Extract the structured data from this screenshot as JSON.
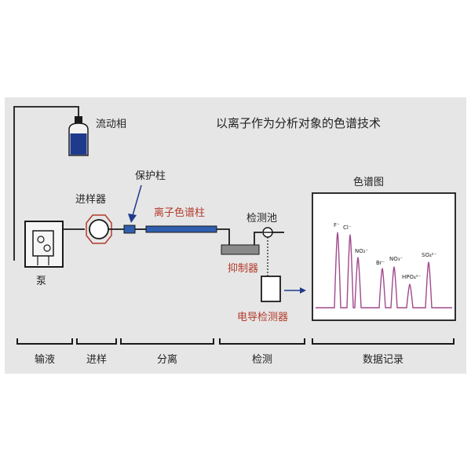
{
  "title": "以离子作为分析对象的色谱技术",
  "components": {
    "mobile_phase": "流动相",
    "pump": "泵",
    "injector": "进样器",
    "guard_column": "保护柱",
    "ion_column": "离子色谱柱",
    "detector_cell": "检测池",
    "suppressor": "抑制器",
    "conductivity_detector": "电导检测器"
  },
  "chromatogram": {
    "label": "色谱图",
    "peaks": [
      {
        "ion": "F⁻"
      },
      {
        "ion": "Cl⁻"
      },
      {
        "ion": "NO₂⁻"
      },
      {
        "ion": "Br⁻"
      },
      {
        "ion": "NO₃⁻"
      },
      {
        "ion": "HPO₄²⁻"
      },
      {
        "ion": "SO₄²⁻"
      }
    ]
  },
  "stages": [
    "输液",
    "进样",
    "分离",
    "检测",
    "数据记录"
  ],
  "colors": {
    "background": "#e6e6e6",
    "line": "#1a1a1a",
    "column_blue": "#2f5fae",
    "label_red": "#b23a2a",
    "peak": "#a04a8c",
    "bottle": "#1f3a8c"
  }
}
